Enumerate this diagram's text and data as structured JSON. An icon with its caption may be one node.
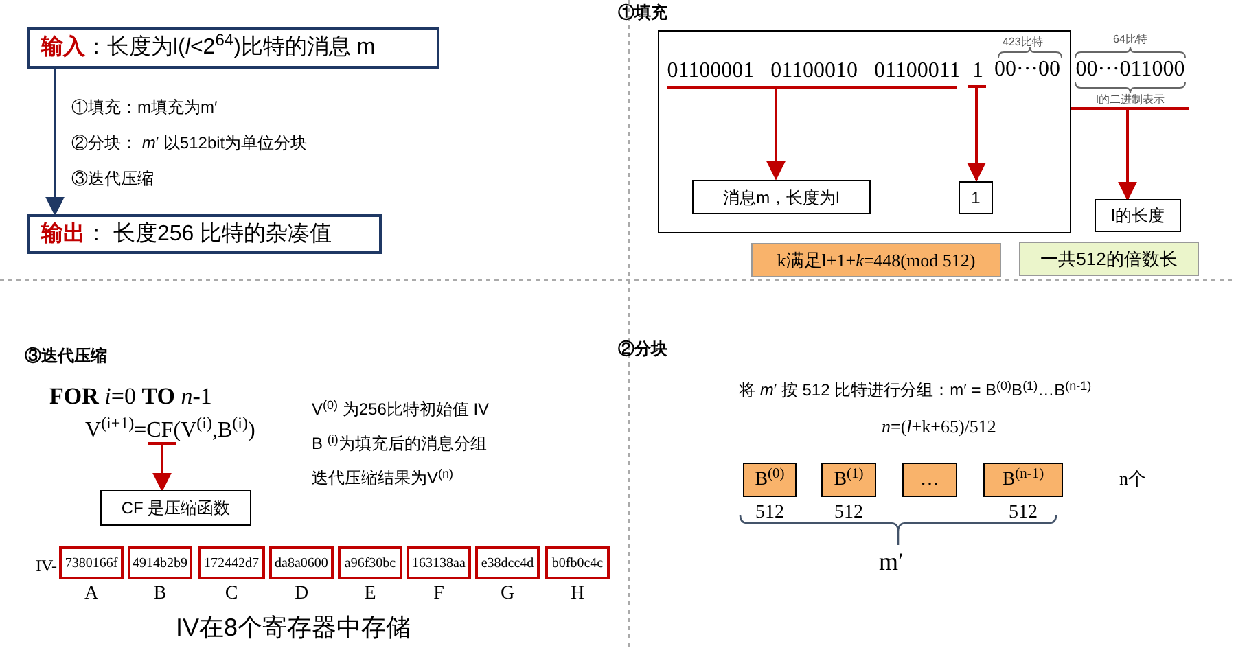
{
  "diagram": {
    "nodes": [
      {
        "text": [
          "**输入**：长度为l(*l*<2$^{64}$)比特的消息 m"
        ]
      },
      {
        "text": [
          "**输出**： 长度256 比特的杂凑值"
        ]
      },
      {
        "text": [],
        "shape": "box"
      },
      {
        "text": [
          "01100001 01100010 01100011"
        ],
        "in": 2
      },
      {
        "text": [
          "1"
        ],
        "in": 2
      },
      {
        "text": [
          "消息m，长度为l"
        ],
        "in": 2
      },
      {
        "text": [
          "1"
        ],
        "in": 2
      },
      {
        "text": [
          "64比特",
          "00···011000",
          "l的二进制表示"
        ]
      },
      {
        "text": [
          "l的长度"
        ]
      },
      {
        "text": [
          "k满足l+1+*k*=448(mod 512)"
        ]
      },
      {
        "text": [
          "一共512的倍数长"
        ]
      },
      {
        "text": [
          "V$^{(i+1)}$=CF(V$^{(i)}$,B$^{(i)}$)"
        ]
      },
      {
        "text": [
          "CF 是压缩函数"
        ]
      },
      {
        "text": [
          "7380166f"
        ],
        "beside": [
          "A"
        ]
      },
      {
        "text": [
          "4914b2b9"
        ],
        "beside": [
          "B"
        ]
      },
      {
        "text": [
          "172442d7"
        ],
        "beside": [
          "C"
        ]
      },
      {
        "text": [
          "da8a0600"
        ],
        "beside": [
          "D"
        ]
      },
      {
        "text": [
          "a96f30bc"
        ],
        "beside": [
          "E"
        ]
      },
      {
        "text": [
          "163138aa"
        ],
        "beside": [
          "F"
        ]
      },
      {
        "text": [
          "e38dcc4d"
        ],
        "beside": [
          "G"
        ]
      },
      {
        "text": [
          "b0fb0c4c"
        ],
        "beside": [
          "H"
        ]
      },
      {
        "text": [
          "B$^{(0)}$"
        ],
        "beside": [
          "512"
        ]
      },
      {
        "text": [
          "B$^{(1)}$"
        ],
        "beside": [
          "512"
        ]
      },
      {
        "text": [
          "…"
        ]
      },
      {
        "text": [
          "B$^{(n-1)}$"
        ],
        "beside": [
          "512"
        ]
      }
    ],
    "edges": [
      {
        "from": 0,
        "to": 1,
        "arrow": "to",
        "color": "#1f3864"
      },
      {
        "from": 3,
        "to": 5,
        "arrow": "to"
      },
      {
        "from": 4,
        "to": 6,
        "arrow": "to"
      },
      {
        "from": 7,
        "to": 8,
        "arrow": "to"
      },
      {
        "from": 11,
        "to": 12,
        "arrow": "to"
      }
    ],
    "labels": [
      "①填充：m填充为m′",
      "②分块： *m*′ 以512bit为单位分块",
      "③迭代压缩",
      "①填充",
      "423比特",
      "00···00",
      "③迭代压缩",
      "**FOR** *i*=0 **TO** *n*-1",
      "V$^{(0)}$ 为256比特初始值 IV",
      "B $^{(i)}$为填充后的消息分组",
      "迭代压缩结果为V$^{(n)}$",
      "IV-",
      "IV在8个寄存器中存储",
      "②分块",
      "将 *m*′ 按 512 比特进行分组：m′ = B$^{(0)}$B$^{(1)}$…B$^{(n-1)}$",
      "*n*=(*l*+k+65)/512",
      "n个",
      "m′"
    ]
  }
}
